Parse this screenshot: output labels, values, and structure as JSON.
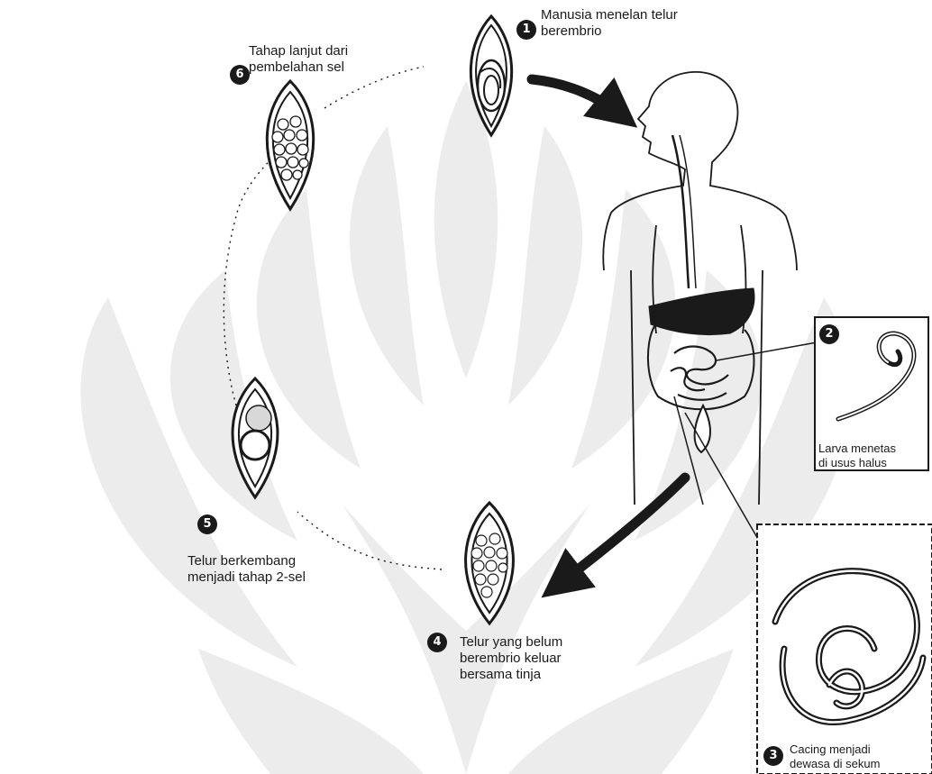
{
  "steps": [
    {
      "num": "1",
      "line1": "Manusia menelan telur",
      "line2": "berembrio"
    },
    {
      "num": "2",
      "line1": "Larva menetas",
      "line2": "di usus halus"
    },
    {
      "num": "3",
      "line1": "Cacing menjadi",
      "line2": "dewasa di sekum"
    },
    {
      "num": "4",
      "line1": "Telur yang belum",
      "line2": "berembrio keluar",
      "line3": "bersama tinja"
    },
    {
      "num": "5",
      "line1": "Telur berkembang",
      "line2": "menjadi tahap 2-sel"
    },
    {
      "num": "6",
      "line1": "Tahap lanjut dari",
      "line2": "pembelahan sel"
    }
  ],
  "colors": {
    "ink": "#1a1a1a",
    "watermark": "#ececec",
    "background": "#ffffff"
  }
}
